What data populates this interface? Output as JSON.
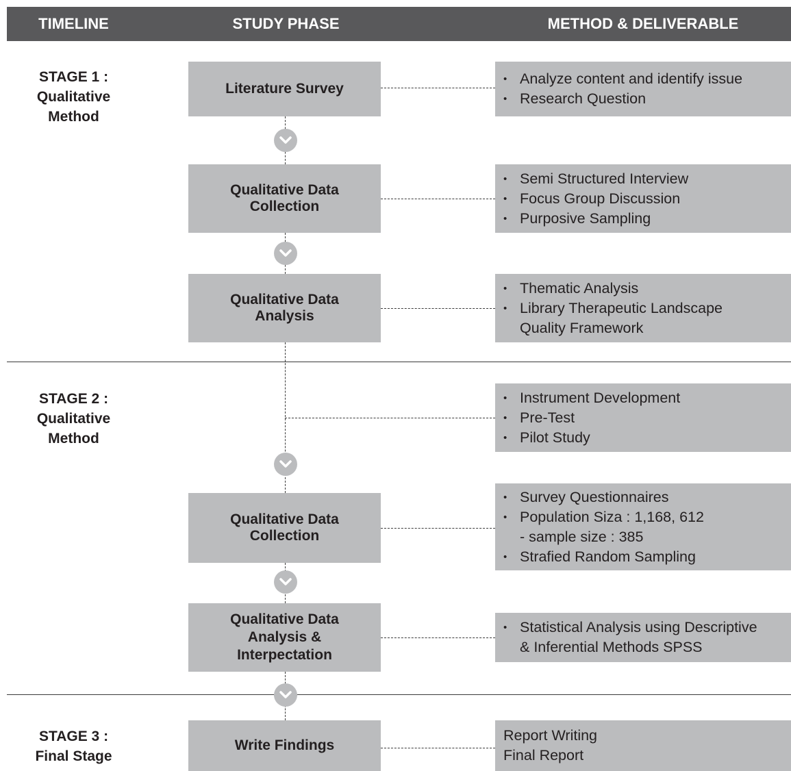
{
  "header": {
    "timeline": "TIMELINE",
    "study_phase": "STUDY PHASE",
    "method_deliverable": "METHOD & DELIVERABLE"
  },
  "stages": [
    {
      "line1": "STAGE 1 :",
      "line2": "Qualitative",
      "line3": "Method"
    },
    {
      "line1": "STAGE 2 :",
      "line2": "Qualitative",
      "line3": "Method"
    },
    {
      "line1": "STAGE 3 :",
      "line2": "Final Stage"
    }
  ],
  "phases": [
    {
      "lines": [
        "Literature Survey"
      ]
    },
    {
      "lines": [
        "Qualitative Data",
        "Collection"
      ]
    },
    {
      "lines": [
        "Qualitative Data",
        "Analysis"
      ]
    },
    {
      "lines": [
        "Qualitative Data",
        "Collection"
      ]
    },
    {
      "lines": [
        "Qualitative Data",
        "Analysis &",
        "Interpectation"
      ]
    },
    {
      "lines": [
        "Write Findings"
      ]
    }
  ],
  "methods": [
    {
      "items": [
        "Analyze content and identify issue",
        "Research Question"
      ]
    },
    {
      "items": [
        "Semi Structured Interview",
        "Focus Group Discussion",
        "Purposive Sampling"
      ]
    },
    {
      "items": [
        "Thematic Analysis",
        "Library Therapeutic Landscape",
        "Quality Framework"
      ]
    },
    {
      "items": [
        "Instrument Development",
        "Pre-Test",
        "Pilot Study"
      ]
    },
    {
      "items": [
        "Survey Questionnaires",
        "Population Siza : 1,168, 612",
        "- sample size : 385",
        "Strafied Random Sampling"
      ]
    },
    {
      "items": [
        "Statistical Analysis using Descriptive",
        "& Inferential Methods SPSS"
      ]
    },
    {
      "items": [
        "Report Writing",
        "Final Report"
      ]
    }
  ],
  "icons": {
    "step_arrow": "chevron-down-icon"
  },
  "colors": {
    "header_bg": "#59595b",
    "box_bg": "#bbbcbe",
    "text": "#231f20"
  }
}
